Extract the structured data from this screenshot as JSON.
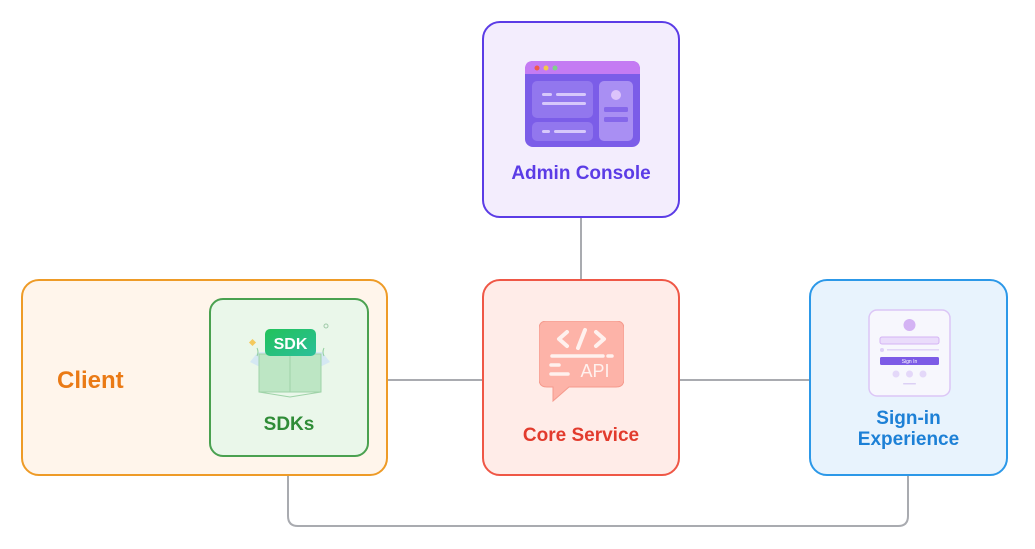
{
  "diagram": {
    "title": "Architecture overview",
    "nodes": {
      "admin_console": {
        "label": "Admin Console",
        "icon": "browser-dashboard-icon",
        "color": "#5b3ce6"
      },
      "client": {
        "label": "Client",
        "color": "#ea7a15"
      },
      "sdks": {
        "label": "SDKs",
        "icon": "sdk-box-icon",
        "badge": "SDK",
        "color": "#2f8c37"
      },
      "core_service": {
        "label": "Core Service",
        "icon": "api-chat-icon",
        "badge": "API",
        "color": "#e23b2d"
      },
      "signin_experience": {
        "label_line1": "Sign-in",
        "label_line2": "Experience",
        "icon": "sign-in-form-icon",
        "button_text": "Sign In",
        "color": "#1d80d6"
      }
    },
    "edges": [
      {
        "from": "Admin Console",
        "to": "Core Service"
      },
      {
        "from": "SDKs",
        "to": "Core Service"
      },
      {
        "from": "Core Service",
        "to": "Sign-in Experience"
      },
      {
        "from": "SDKs",
        "to": "Sign-in Experience"
      }
    ],
    "connector_color": "#a9abb0"
  }
}
